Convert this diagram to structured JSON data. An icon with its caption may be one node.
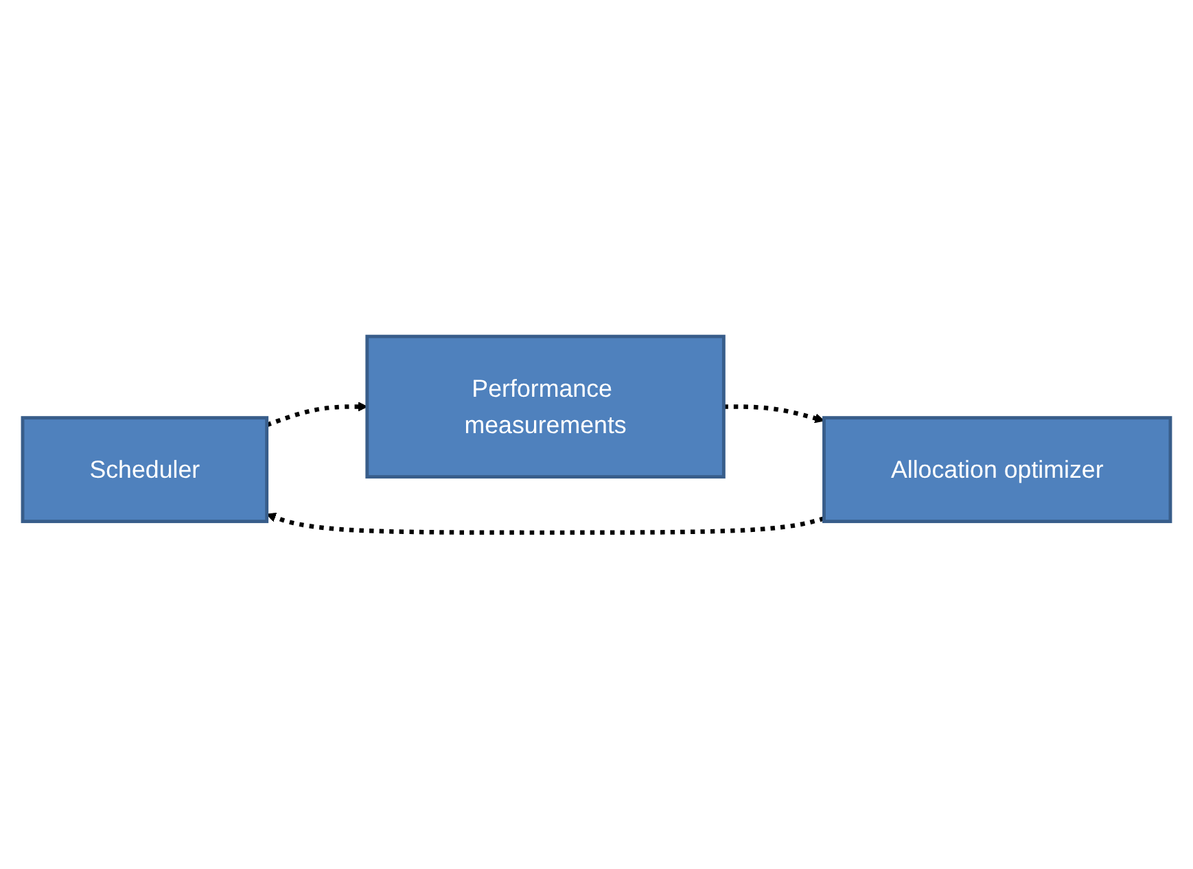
{
  "diagram": {
    "nodes": [
      {
        "text": [
          "Scheduler"
        ]
      },
      {
        "text": [
          "Performance measurements"
        ]
      },
      {
        "text": [
          "Allocation optimizer"
        ]
      }
    ],
    "edges": [
      {
        "from": 0,
        "to": 1,
        "arrow": "to",
        "style": "dashed"
      },
      {
        "from": 1,
        "to": 2,
        "arrow": "to",
        "style": "dashed"
      },
      {
        "from": 2,
        "to": 0,
        "arrow": "to",
        "style": "dashed"
      }
    ]
  }
}
